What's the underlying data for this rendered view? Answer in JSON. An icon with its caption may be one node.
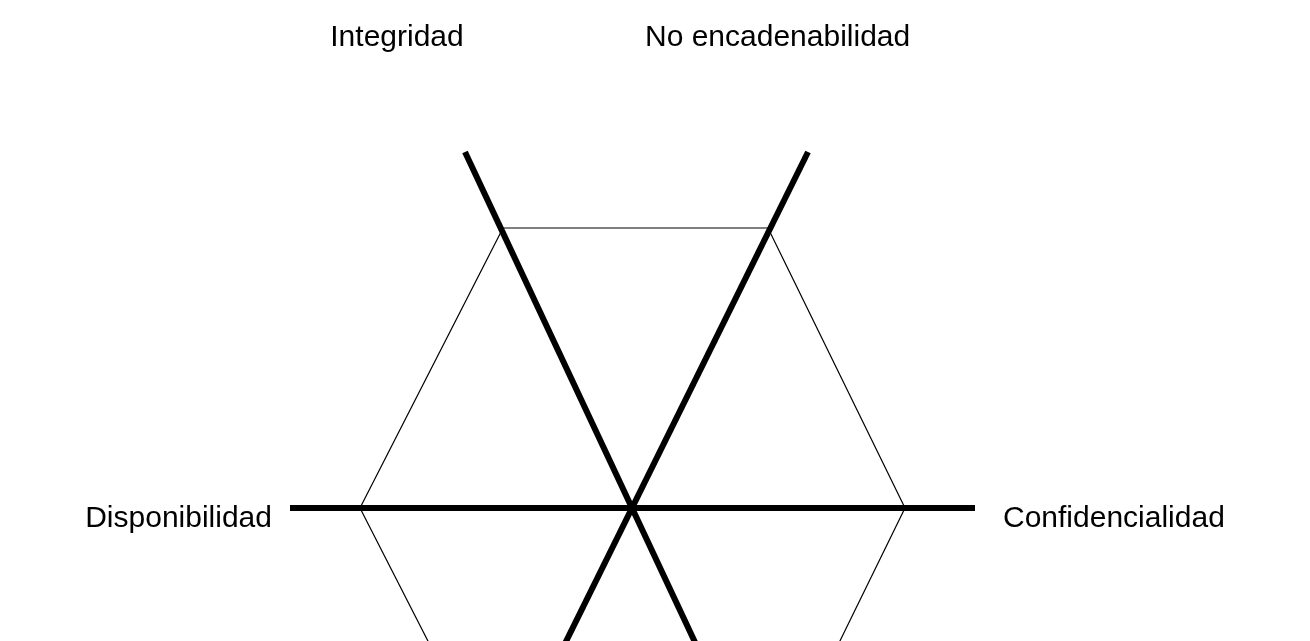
{
  "diagram": {
    "labels": [
      "Integridad",
      "No encadenabilidad",
      "Disponibilidad",
      "Confidencialidad"
    ]
  }
}
